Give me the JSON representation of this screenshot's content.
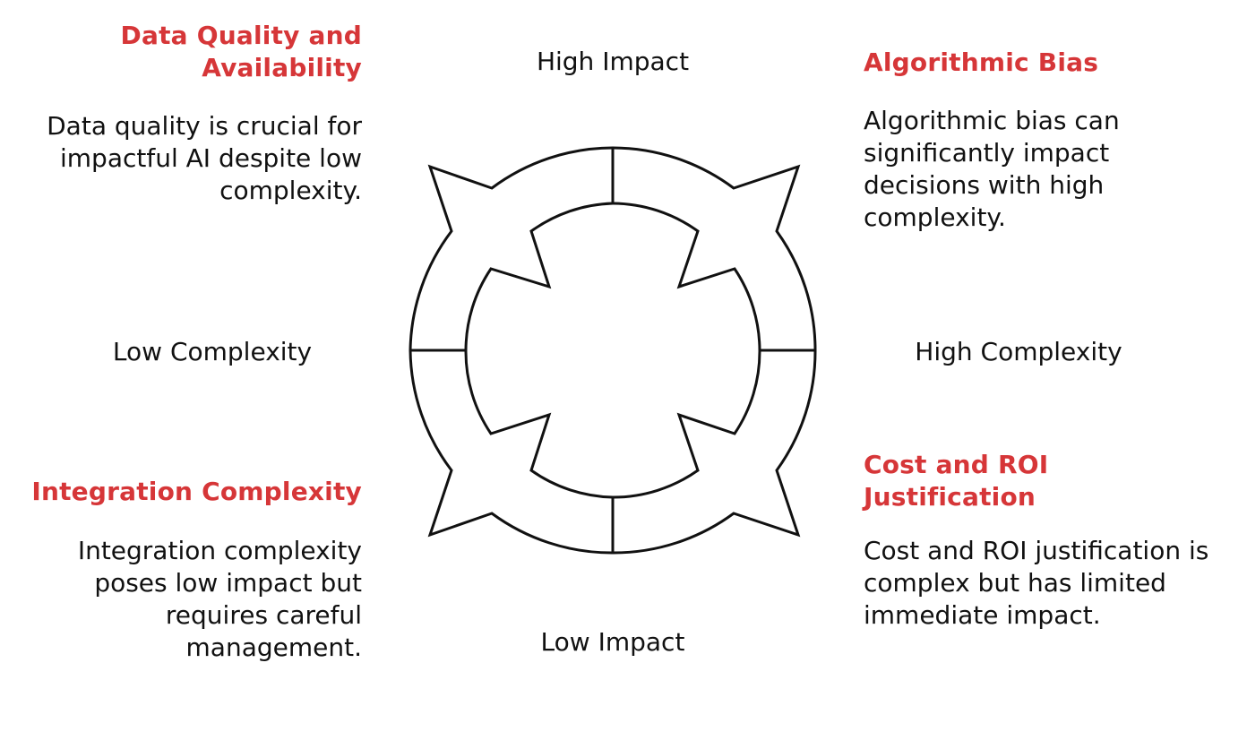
{
  "axes": {
    "top": "High Impact",
    "bottom": "Low Impact",
    "left": "Low Complexity",
    "right": "High Complexity"
  },
  "quadrants": {
    "top_left": {
      "title": "Data Quality and Availability",
      "description": "Data quality is crucial for impactful AI despite low complexity."
    },
    "top_right": {
      "title": "Algorithmic Bias",
      "description": "Algorithmic bias can significantly impact decisions with high complexity."
    },
    "bottom_left": {
      "title": "Integration Complexity",
      "description": "Integration complexity poses low impact but requires careful management."
    },
    "bottom_right": {
      "title": "Cost and ROI Justification",
      "description": "Cost and ROI justification is complex but has limited immediate impact."
    }
  },
  "colors": {
    "title_accent": "#d63638",
    "text": "#111111",
    "line": "#111111",
    "background": "#ffffff"
  }
}
